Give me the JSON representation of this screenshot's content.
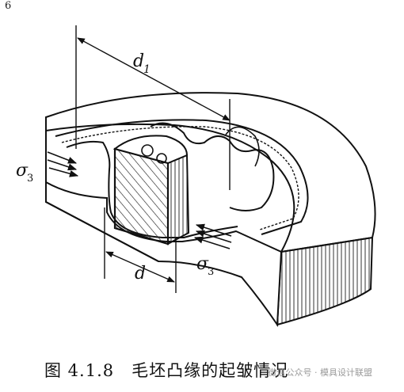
{
  "corner_mark": "6",
  "labels": {
    "d1": "d",
    "d1_sub": "1",
    "d": "d",
    "sigma_left": "σ",
    "sigma_left_sub": "3",
    "sigma_right": "σ",
    "sigma_right_sub": "3"
  },
  "caption": {
    "number": "图 4.1.8",
    "title": "毛坯凸缘的起皱情况"
  },
  "watermark": "微信公众号 · 模具设计联盟"
}
